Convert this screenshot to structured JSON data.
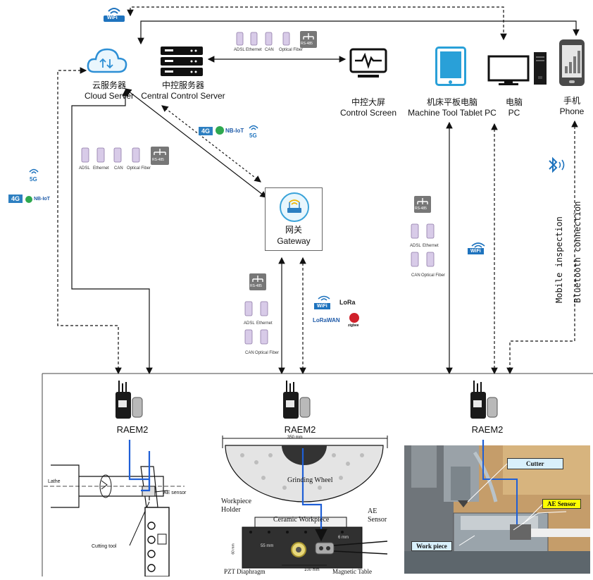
{
  "nodes": {
    "cloud_server": {
      "zh": "云服务器",
      "en": "Cloud Server"
    },
    "central_server": {
      "zh": "中控服务器",
      "en": "Central Control Server"
    },
    "control_screen": {
      "zh": "中控大屏",
      "en": "Control Screen"
    },
    "tablet": {
      "zh": "机床平板电脑",
      "en": "Machine Tool Tablet PC"
    },
    "pc": {
      "zh": "电脑",
      "en": "PC"
    },
    "phone": {
      "zh": "手机",
      "en": "Phone"
    },
    "gateway": {
      "zh": "网关",
      "en": "Gateway"
    }
  },
  "media": {
    "adsl": "ADSL",
    "ethernet": "Ethernet",
    "can": "CAN",
    "optical": "Optical Fiber",
    "rs485": "RS-485"
  },
  "wireless": {
    "wifi": "WiFi",
    "g4": "4G",
    "nbiot": "NB-IoT",
    "g5": "5G",
    "lora": "LoRa",
    "lorawan": "LoRaWAN",
    "zigbee": "zigbee"
  },
  "mobile": {
    "line1": "Mobile inspection",
    "line2": "Bluetooth connection"
  },
  "devices": {
    "raem": "RAEM2"
  },
  "lathe": {
    "lathe": "Lathe",
    "ae_sensor": "AE sensor",
    "cutting_tool": "Cutting tool"
  },
  "grinding": {
    "dim_top": "350 mm",
    "wheel": "Grinding Wheel",
    "holder": "Workpiece Holder",
    "ceramic": "Ceramic Workpiece",
    "ae": "AE Sensor",
    "dim_60": "60 mm",
    "dim_55": "55 mm",
    "dim_100": "100 mm",
    "dim_6": "6 mm",
    "pzt": "PZT Diaphragm",
    "magnetic": "Magnetic Table"
  },
  "milling": {
    "cutter": "Cutter",
    "ae_sensor": "AE Sensor",
    "workpiece": "Work piece"
  },
  "colors": {
    "wifi_blue": "#1e73be",
    "signal_blue": "#1f5fd6",
    "label_bg": "#d9f0fb",
    "ae_label_bg": "#ffff00"
  }
}
